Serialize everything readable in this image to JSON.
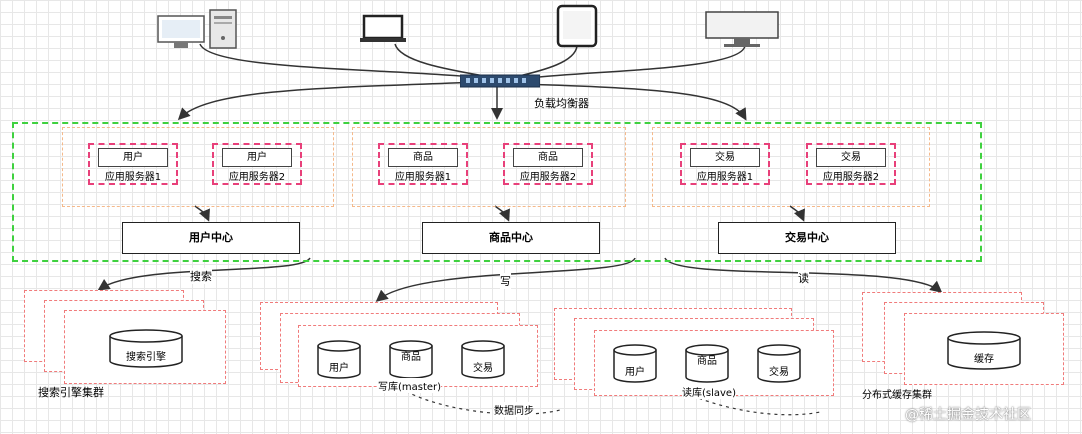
{
  "load_balancer": {
    "label": "负载均衡器"
  },
  "clients": [
    {
      "icon": "desktop-computer-icon"
    },
    {
      "icon": "laptop-icon"
    },
    {
      "icon": "tablet-icon"
    },
    {
      "icon": "monitor-icon"
    }
  ],
  "groups": [
    {
      "servers": [
        {
          "title": "用户",
          "name": "应用服务器1"
        },
        {
          "title": "用户",
          "name": "应用服务器2"
        }
      ],
      "center": "用户中心"
    },
    {
      "servers": [
        {
          "title": "商品",
          "name": "应用服务器1"
        },
        {
          "title": "商品",
          "name": "应用服务器2"
        }
      ],
      "center": "商品中心"
    },
    {
      "servers": [
        {
          "title": "交易",
          "name": "应用服务器1"
        },
        {
          "title": "交易",
          "name": "应用服务器2"
        }
      ],
      "center": "交易中心"
    }
  ],
  "edges": {
    "search": "搜索",
    "write": "写",
    "read": "读"
  },
  "search_cluster": {
    "db": "搜索引擎",
    "caption": "搜索引擎集群"
  },
  "write_db": {
    "tables": [
      "用户",
      "商品",
      "交易"
    ],
    "caption": "写库(master)"
  },
  "read_db": {
    "tables": [
      "用户",
      "商品",
      "交易"
    ],
    "caption": "读库(slave)"
  },
  "cache": {
    "db": "缓存",
    "caption": "分布式缓存集群"
  },
  "sync_label": "数据同步",
  "watermark": "@稀土掘金技术社区"
}
